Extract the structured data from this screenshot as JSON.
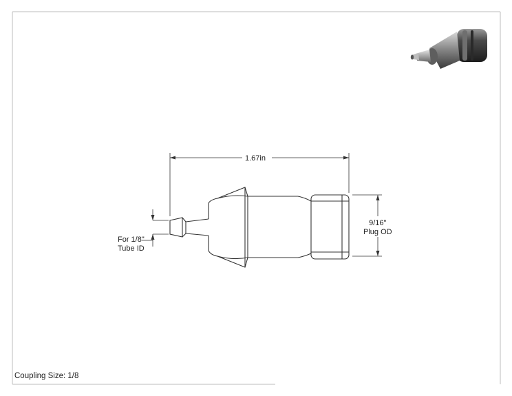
{
  "drawing": {
    "overall_length": "1.67in",
    "tube_note": {
      "line1": "For 1/8\"",
      "line2": "Tube ID"
    },
    "plug_note": {
      "line1": "9/16\"",
      "line2": "Plug OD"
    },
    "coupling_size": "Coupling Size: 1/8"
  },
  "icons": {
    "thumbnail": "coupling-3d-render-icon"
  }
}
